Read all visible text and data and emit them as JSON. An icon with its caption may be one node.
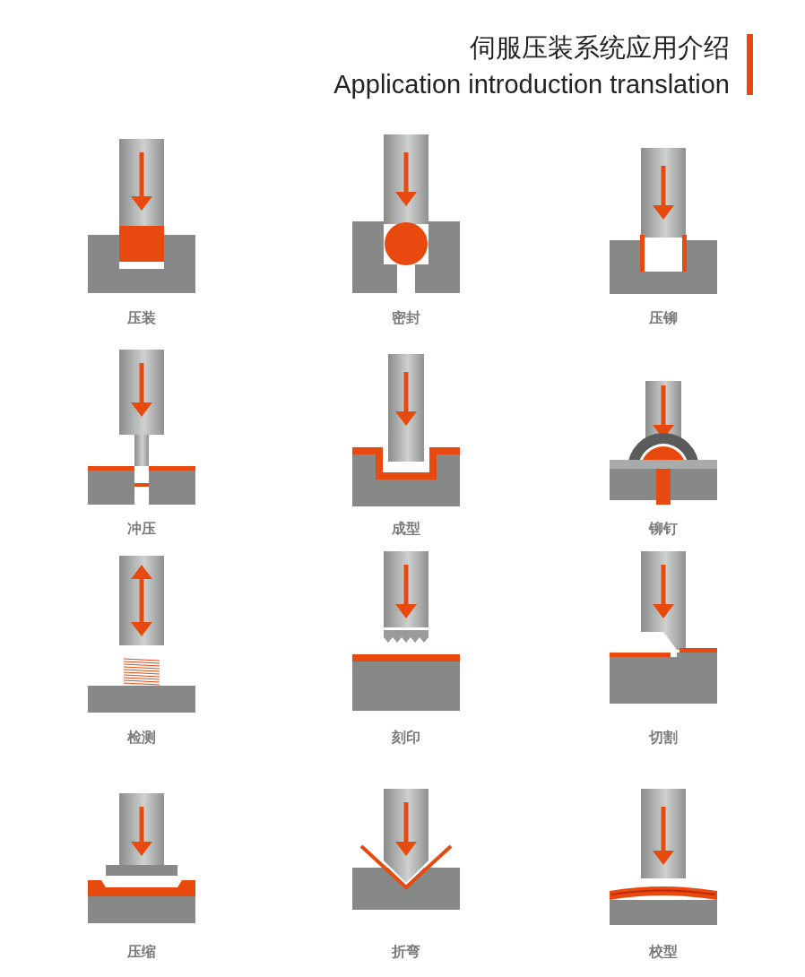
{
  "diagram": {
    "title": "伺服压装系统应用介绍",
    "labels": [
      "Application introduction translation",
      "压装",
      "密封",
      "压铆",
      "冲压",
      "成型",
      "铆钉",
      "检测",
      "刻印",
      "切割",
      "压缩",
      "折弯",
      "校型"
    ]
  }
}
